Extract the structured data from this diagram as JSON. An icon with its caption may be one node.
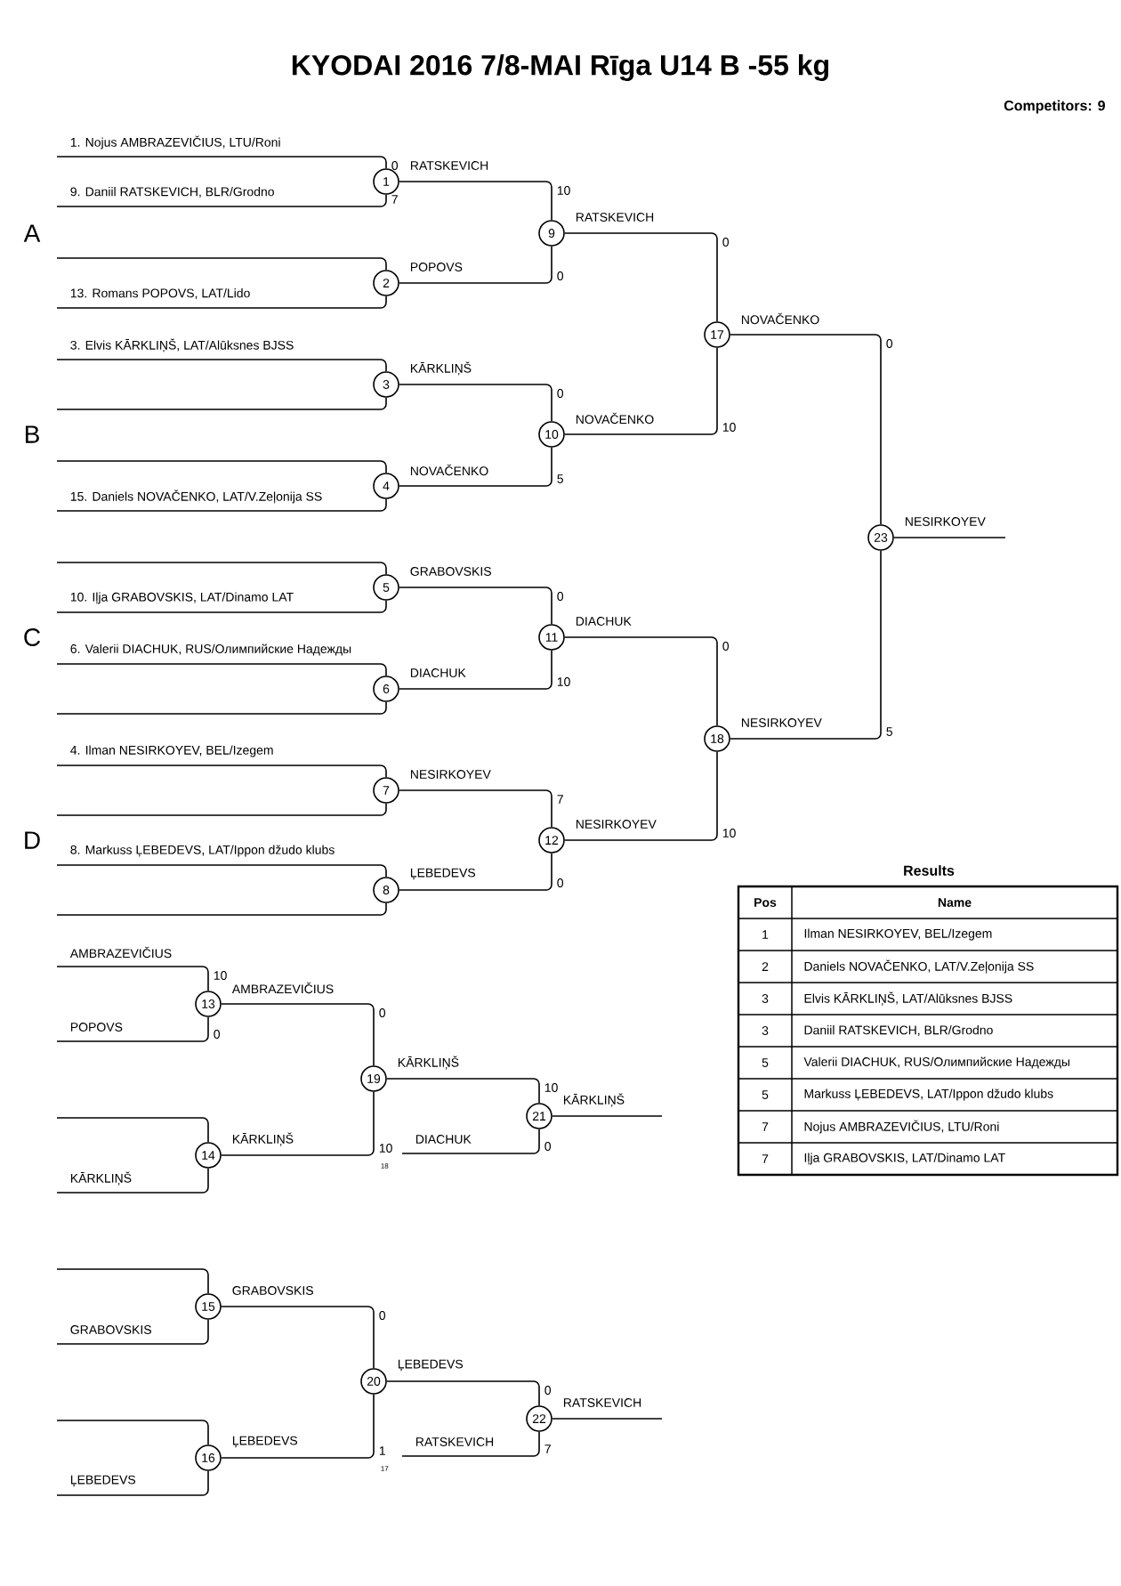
{
  "diagram": {
    "title": "KYODAI 2016 7/8-MAI Rīga U14 B -55 kg",
    "nodes": [
      {
        "text": [
          "1"
        ],
        "beside": [
          "0",
          "7"
        ]
      },
      {
        "text": [
          "2"
        ]
      },
      {
        "text": [
          "3"
        ]
      },
      {
        "text": [
          "4"
        ]
      },
      {
        "text": [
          "5"
        ]
      },
      {
        "text": [
          "6"
        ]
      },
      {
        "text": [
          "7"
        ]
      },
      {
        "text": [
          "8"
        ]
      },
      {
        "text": [
          "9"
        ],
        "beside": [
          "10",
          "0"
        ]
      },
      {
        "text": [
          "10"
        ],
        "beside": [
          "0",
          "5"
        ]
      },
      {
        "text": [
          "11"
        ],
        "beside": [
          "0",
          "10"
        ]
      },
      {
        "text": [
          "12"
        ],
        "beside": [
          "7",
          "0"
        ]
      },
      {
        "text": [
          "13"
        ],
        "beside": [
          "10",
          "0"
        ]
      },
      {
        "text": [
          "14"
        ]
      },
      {
        "text": [
          "15"
        ]
      },
      {
        "text": [
          "16"
        ]
      },
      {
        "text": [
          "17"
        ]
      },
      {
        "text": [
          "18"
        ]
      },
      {
        "text": [
          "19"
        ],
        "beside": [
          "0",
          "10",
          "18"
        ]
      },
      {
        "text": [
          "20"
        ],
        "beside": [
          "0",
          "1",
          "17"
        ]
      },
      {
        "text": [
          "21"
        ],
        "beside": [
          "10",
          "0"
        ]
      },
      {
        "text": [
          "22"
        ],
        "beside": [
          "0",
          "7"
        ]
      },
      {
        "text": [
          "23"
        ]
      }
    ],
    "edges": [
      {
        "from": null,
        "to": 0,
        "arrow": "none",
        "label": "1. Nojus AMBRAZEVIČIUS, LTU/Roni"
      },
      {
        "from": null,
        "to": 0,
        "arrow": "none",
        "label": "9. Daniil RATSKEVICH, BLR/Grodno"
      },
      {
        "from": null,
        "to": 1,
        "arrow": "none"
      },
      {
        "from": null,
        "to": 1,
        "arrow": "none",
        "label": "13. Romans POPOVS, LAT/Lido"
      },
      {
        "from": null,
        "to": 2,
        "arrow": "none",
        "label": "3. Elvis KĀRKLIŅŠ, LAT/Alūksnes BJSS"
      },
      {
        "from": null,
        "to": 2,
        "arrow": "none"
      },
      {
        "from": null,
        "to": 3,
        "arrow": "none"
      },
      {
        "from": null,
        "to": 3,
        "arrow": "none",
        "label": "15. Daniels NOVAČENKO, LAT/V.Zeļonija SS"
      },
      {
        "from": null,
        "to": 4,
        "arrow": "none"
      },
      {
        "from": null,
        "to": 4,
        "arrow": "none",
        "label": "10. Iļja GRABOVSKIS, LAT/Dinamo LAT"
      },
      {
        "from": null,
        "to": 5,
        "arrow": "none",
        "label": "6. Valerii DIACHUK, RUS/Олимпийские Надежды"
      },
      {
        "from": null,
        "to": 5,
        "arrow": "none"
      },
      {
        "from": null,
        "to": 6,
        "arrow": "none",
        "label": "4. Ilman NESIRKOYEV, BEL/Izegem"
      },
      {
        "from": null,
        "to": 6,
        "arrow": "none"
      },
      {
        "from": null,
        "to": 7,
        "arrow": "none",
        "label": "8. Markuss ĻEBEDEVS, LAT/Ippon džudo klubs"
      },
      {
        "from": null,
        "to": 7,
        "arrow": "none"
      },
      {
        "from": 0,
        "to": 8,
        "arrow": "none",
        "label": "RATSKEVICH"
      },
      {
        "from": 1,
        "to": 8,
        "arrow": "none",
        "label": "POPOVS"
      },
      {
        "from": 2,
        "to": 9,
        "arrow": "none",
        "label": "KĀRKLIŅŠ"
      },
      {
        "from": 3,
        "to": 9,
        "arrow": "none",
        "label": "NOVAČENKO"
      },
      {
        "from": 4,
        "to": 10,
        "arrow": "none",
        "label": "GRABOVSKIS"
      },
      {
        "from": 5,
        "to": 10,
        "arrow": "none",
        "label": "DIACHUK"
      },
      {
        "from": 6,
        "to": 11,
        "arrow": "none",
        "label": "NESIRKOYEV"
      },
      {
        "from": 7,
        "to": 11,
        "arrow": "none",
        "label": "ĻEBEDEVS"
      },
      {
        "from": 8,
        "to": 16,
        "arrow": "none",
        "label": "RATSKEVICH"
      },
      {
        "from": 9,
        "to": 16,
        "arrow": "none",
        "label": "NOVAČENKO"
      },
      {
        "from": 10,
        "to": 17,
        "arrow": "none",
        "label": "DIACHUK"
      },
      {
        "from": 11,
        "to": 17,
        "arrow": "none",
        "label": "NESIRKOYEV"
      },
      {
        "from": 16,
        "to": 22,
        "arrow": "none",
        "label": "NOVAČENKO"
      },
      {
        "from": 17,
        "to": 22,
        "arrow": "none",
        "label": "NESIRKOYEV"
      },
      {
        "from": 22,
        "to": null,
        "arrow": "none",
        "label": "NESIRKOYEV"
      },
      {
        "from": null,
        "to": 12,
        "arrow": "none",
        "label": "AMBRAZEVIČIUS"
      },
      {
        "from": null,
        "to": 12,
        "arrow": "none",
        "label": "POPOVS"
      },
      {
        "from": null,
        "to": 13,
        "arrow": "none"
      },
      {
        "from": null,
        "to": 13,
        "arrow": "none",
        "label": "KĀRKLIŅŠ"
      },
      {
        "from": 12,
        "to": 18,
        "arrow": "none",
        "label": "AMBRAZEVIČIUS"
      },
      {
        "from": 13,
        "to": 18,
        "arrow": "none",
        "label": "KĀRKLIŅŠ"
      },
      {
        "from": 18,
        "to": 20,
        "arrow": "none",
        "label": "KĀRKLIŅŠ"
      },
      {
        "from": 18,
        "to": 20,
        "arrow": "none",
        "label": "DIACHUK"
      },
      {
        "from": 20,
        "to": null,
        "arrow": "none",
        "label": "KĀRKLIŅŠ"
      },
      {
        "from": null,
        "to": 14,
        "arrow": "none"
      },
      {
        "from": null,
        "to": 14,
        "arrow": "none",
        "label": "GRABOVSKIS"
      },
      {
        "from": null,
        "to": 15,
        "arrow": "none"
      },
      {
        "from": null,
        "to": 15,
        "arrow": "none",
        "label": "ĻEBEDEVS"
      },
      {
        "from": 14,
        "to": 19,
        "arrow": "none",
        "label": "GRABOVSKIS"
      },
      {
        "from": 15,
        "to": 19,
        "arrow": "none",
        "label": "ĻEBEDEVS"
      },
      {
        "from": 19,
        "to": 21,
        "arrow": "none",
        "label": "ĻEBEDEVS"
      },
      {
        "from": 19,
        "to": 21,
        "arrow": "none",
        "label": "RATSKEVICH"
      },
      {
        "from": 21,
        "to": null,
        "arrow": "none",
        "label": "RATSKEVICH"
      }
    ],
    "labels": [
      "A",
      "B",
      "C",
      "D",
      "Competitors: 9",
      "Results",
      "Pos",
      "Name",
      "1",
      "Ilman NESIRKOYEV, BEL/Izegem",
      "2",
      "Daniels NOVAČENKO, LAT/V.Zeļonija SS",
      "3",
      "Elvis KĀRKLIŅŠ, LAT/Alūksnes BJSS",
      "3",
      "Daniil RATSKEVICH, BLR/Grodno",
      "5",
      "Valerii DIACHUK, RUS/Олимпийские Надежды",
      "5",
      "Markuss ĻEBEDEVS, LAT/Ippon džudo klubs",
      "7",
      "Nojus AMBRAZEVIČIUS, LTU/Roni",
      "7",
      "Iļja GRABOVSKIS, LAT/Dinamo LAT",
      "0",
      "10",
      "0",
      "10",
      "0",
      "5"
    ]
  }
}
